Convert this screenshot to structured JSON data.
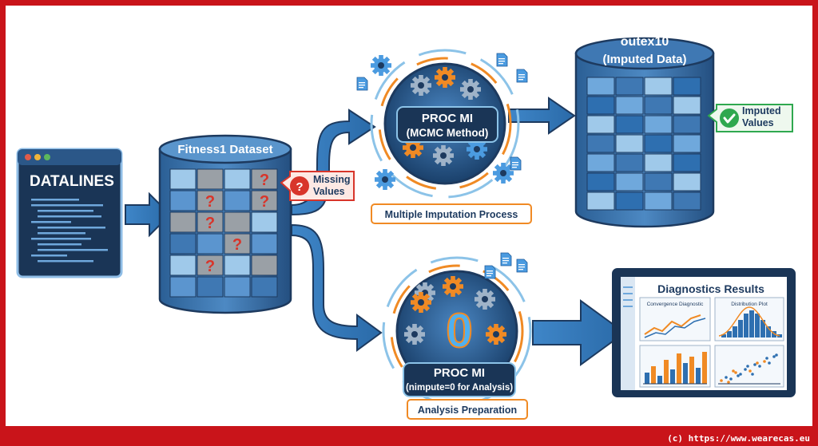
{
  "datalines": {
    "title": "DATALINES"
  },
  "fitness": {
    "title": "Fitness1 Dataset",
    "missing_label_line1": "Missing",
    "missing_label_line2": "Values",
    "question_mark": "?"
  },
  "proc_mi_mcmc": {
    "title": "PROC MI",
    "subtitle": "(MCMC Method)",
    "caption": "Multiple Imputation Process"
  },
  "outex10": {
    "title": "outex10",
    "subtitle": "(Imputed Data)",
    "badge_line1": "Imputed",
    "badge_line2": "Values"
  },
  "proc_mi_analysis": {
    "big_number": "0",
    "title": "PROC MI",
    "subtitle": "(nimpute=0 for Analysis)",
    "caption": "Analysis Preparation"
  },
  "diagnostics": {
    "title": "Diagnostics Results",
    "panel1": "Convergence Diagnostic",
    "panel2": "Distribution Plot"
  },
  "footer": {
    "text": "(c) https://www.wearecas.eu"
  },
  "colors": {
    "frame": "#c9141a",
    "navy": "#1d3a5f",
    "blue": "#2e6fb0",
    "light_blue": "#8cc3e8",
    "orange": "#f08a24",
    "grey": "#9aa0a6",
    "red_q": "#d8352a",
    "green_check": "#2fa84f"
  }
}
